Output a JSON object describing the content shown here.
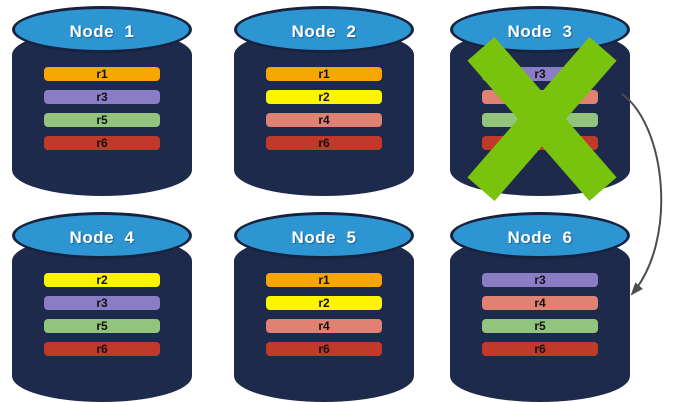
{
  "colors": {
    "background": "#ffffff",
    "cylinder_body": "#1D2A4C",
    "cylinder_top": "#2E95D3",
    "cylinder_top_border": "#17233E",
    "title_text": "#ffffff",
    "bar_label": "#111111",
    "failure_x": "#79C20D",
    "arrow": "#4D4D4D",
    "replica_palette": {
      "r1": "#F9A602",
      "r2": "#FDF500",
      "r3": "#8B7CC6",
      "r4": "#E08273",
      "r5": "#93C47D",
      "r6": "#C0392B"
    }
  },
  "nodes": [
    {
      "title": "Node  1",
      "failed": false,
      "replicas": [
        {
          "label": "r1",
          "color": "#F9A602"
        },
        {
          "label": "r3",
          "color": "#8B7CC6"
        },
        {
          "label": "r5",
          "color": "#93C47D"
        },
        {
          "label": "r6",
          "color": "#C0392B"
        }
      ]
    },
    {
      "title": "Node  2",
      "failed": false,
      "replicas": [
        {
          "label": "r1",
          "color": "#F9A602"
        },
        {
          "label": "r2",
          "color": "#FDF500"
        },
        {
          "label": "r4",
          "color": "#E08273"
        },
        {
          "label": "r6",
          "color": "#C0392B"
        }
      ]
    },
    {
      "title": "Node  3",
      "failed": true,
      "replicas": [
        {
          "label": "r3",
          "color": "#8B7CC6"
        },
        {
          "label": "r4",
          "color": "#E08273"
        },
        {
          "label": "r5",
          "color": "#93C47D"
        },
        {
          "label": "r6",
          "color": "#C0392B"
        }
      ]
    },
    {
      "title": "Node  4",
      "failed": false,
      "replicas": [
        {
          "label": "r2",
          "color": "#FDF500"
        },
        {
          "label": "r3",
          "color": "#8B7CC6"
        },
        {
          "label": "r5",
          "color": "#93C47D"
        },
        {
          "label": "r6",
          "color": "#C0392B"
        }
      ]
    },
    {
      "title": "Node  5",
      "failed": false,
      "replicas": [
        {
          "label": "r1",
          "color": "#F9A602"
        },
        {
          "label": "r2",
          "color": "#FDF500"
        },
        {
          "label": "r4",
          "color": "#E08273"
        },
        {
          "label": "r6",
          "color": "#C0392B"
        }
      ]
    },
    {
      "title": "Node  6",
      "failed": false,
      "replicas": [
        {
          "label": "r3",
          "color": "#8B7CC6"
        },
        {
          "label": "r4",
          "color": "#E08273"
        },
        {
          "label": "r5",
          "color": "#93C47D"
        },
        {
          "label": "r6",
          "color": "#C0392B"
        }
      ]
    }
  ],
  "arrow": {
    "from": "Node 3",
    "to": "Node 6"
  }
}
